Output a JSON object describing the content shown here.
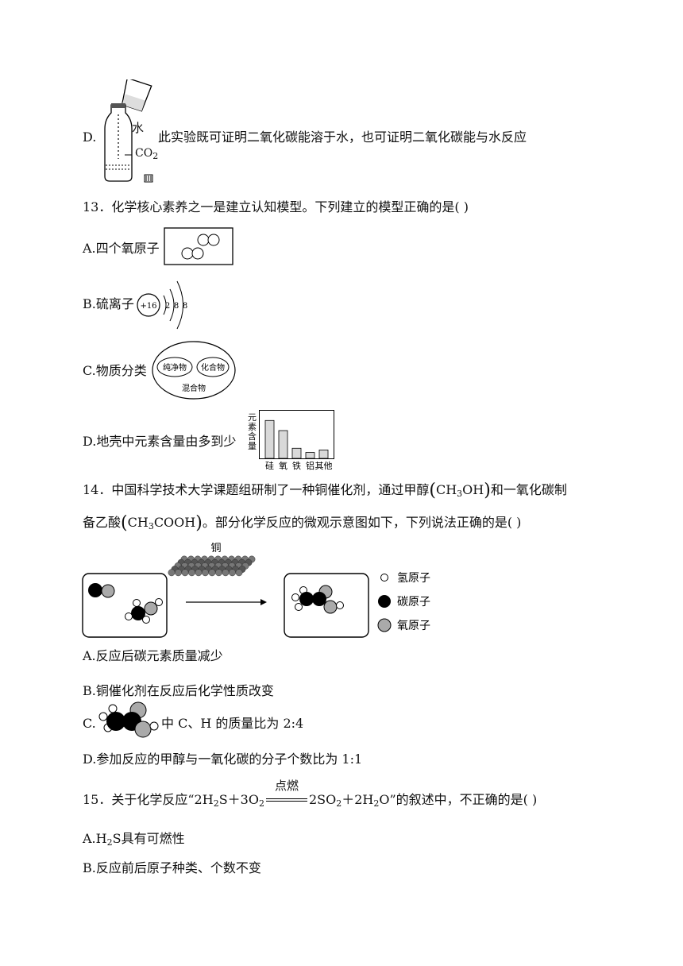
{
  "d_option": {
    "letter": "D.",
    "water_label": "水",
    "co2_label": "CO",
    "co2_sub": "2",
    "text": "此实验既可证明二氧化碳能溶于水，也可证明二氧化碳能与水反应"
  },
  "q13": {
    "stem": "13．化学核心素养之一是建立认知模型。下列建立的模型正确的是(   )",
    "a": "A.四个氧原子",
    "b": "B.硫离子",
    "b_nucleus": "+16",
    "b_shells": [
      "2",
      "8",
      "8"
    ],
    "c": "C.物质分类",
    "c_inner1": "纯净物",
    "c_inner2": "化合物",
    "c_outer": "混合物",
    "d": "D.地壳中元素含量由多到少",
    "d_chart_ylabel": [
      "元",
      "素",
      "含",
      "量"
    ]
  },
  "chart_data": {
    "type": "bar",
    "categories": [
      "硅",
      "氧",
      "铁",
      "铝",
      "其他"
    ],
    "values": [
      45,
      33,
      12,
      7,
      10
    ],
    "ylabel": "元素含量",
    "xlabel": ""
  },
  "q14": {
    "stem1_a": "14．中国科学技术大学课题组研制了一种铜催化剂，通过甲醇",
    "stem1_formula": "CH",
    "stem1_formula_sub": "3",
    "stem1_formula_end": "OH",
    "stem1_b": "和一氧化碳制",
    "stem2_a": "备乙酸",
    "stem2_formula": "CH",
    "stem2_formula_sub": "3",
    "stem2_formula_end": "COOH",
    "stem2_b": "。部分化学反应的微观示意图如下，下列说法正确的是(   )",
    "catalyst_label": "铜",
    "legend": [
      "氢原子",
      "碳原子",
      "氧原子"
    ],
    "a": "A.反应后碳元素质量减少",
    "b": "B.铜催化剂在反应后化学性质改变",
    "c_letter": "C.",
    "c_text": "中 C、H 的质量比为 2:4",
    "d": "D.参加反应的甲醇与一氧化碳的分子个数比为 1:1"
  },
  "q15": {
    "stem_a": "15．关于化学反应“",
    "eq_left": "2H",
    "eq_left_sub": "2",
    "eq_left2": "S＋3O",
    "eq_left2_sub": "2",
    "condition": "点燃",
    "eq_right": "2SO",
    "eq_right_sub": "2",
    "eq_right2": "＋2H",
    "eq_right2_sub": "2",
    "eq_right3": "O",
    "stem_b": "”的叙述中，不正确的是(   )",
    "a_pre": "A.",
    "a_formula": "H",
    "a_formula_sub": "2",
    "a_formula_end": "S",
    "a_text": "具有可燃性",
    "b": "B.反应前后原子种类、个数不变"
  }
}
